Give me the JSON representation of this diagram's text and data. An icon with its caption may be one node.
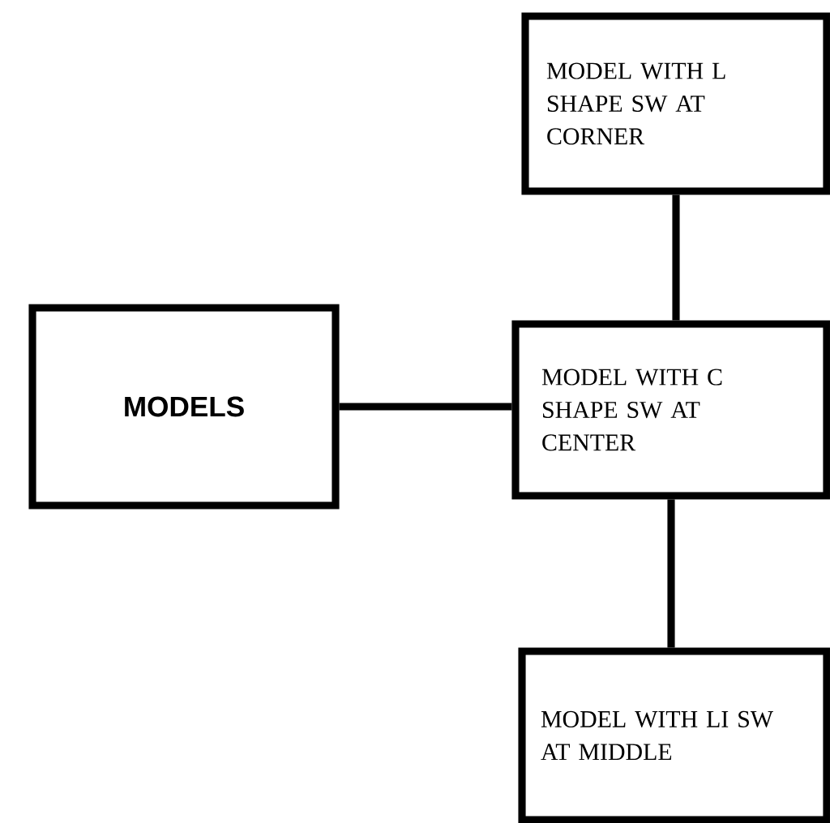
{
  "diagram": {
    "nodes": [
      {
        "text": [
          "MODELS"
        ]
      },
      {
        "text": [
          "MODEL WITH L SHAPE SW AT CORNER"
        ]
      },
      {
        "text": [
          "MODEL WITH C SHAPE SW AT CENTER"
        ]
      },
      {
        "text": [
          "MODEL WITH LI SW AT MIDDLE"
        ]
      }
    ],
    "edges": [
      {
        "from": 0,
        "to": 2,
        "arrow": "none"
      },
      {
        "from": 1,
        "to": 2,
        "arrow": "none"
      },
      {
        "from": 2,
        "to": 3,
        "arrow": "none"
      }
    ]
  }
}
